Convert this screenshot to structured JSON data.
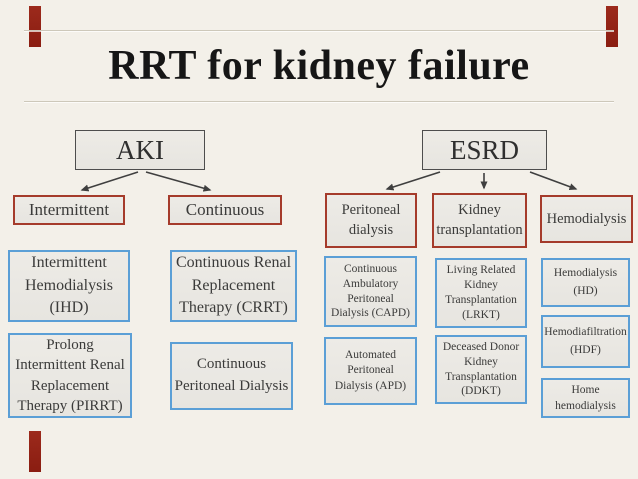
{
  "slide": {
    "title": "RRT for kidney failure"
  },
  "nodes": {
    "aki": "AKI",
    "esrd": "ESRD",
    "intermittent": "Intermittent",
    "continuous": "Continuous",
    "peritoneal_dialysis": "Peritoneal dialysis",
    "kidney_transplantation": "Kidney transplantation",
    "hemodialysis": "Hemodialysis",
    "ihd": "Intermittent Hemodialysis (IHD)",
    "pirrt": "Prolong Intermittent Renal Replacement Therapy (PIRRT)",
    "crrt": "Continuous Renal Replacement Therapy (CRRT)",
    "cpd": "Continuous Peritoneal Dialysis",
    "capd": "Continuous Ambulatory Peritoneal Dialysis (CAPD)",
    "apd": "Automated Peritoneal Dialysis (APD)",
    "lrkt": "Living Related Kidney Transplantation (LRKT)",
    "ddkt": "Deceased Donor Kidney Transplantation (DDKT)",
    "hd": "Hemodialysis (HD)",
    "hdf": "Hemodiafiltration (HDF)",
    "home_hd": "Home hemodialysis"
  },
  "edges": [
    {
      "from": "AKI",
      "to": "Intermittent"
    },
    {
      "from": "AKI",
      "to": "Continuous"
    },
    {
      "from": "ESRD",
      "to": "Peritoneal dialysis"
    },
    {
      "from": "ESRD",
      "to": "Kidney transplantation"
    },
    {
      "from": "ESRD",
      "to": "Hemodialysis"
    },
    {
      "from": "Intermittent",
      "to": "Intermittent Hemodialysis (IHD)"
    },
    {
      "from": "Intermittent",
      "to": "Prolong Intermittent Renal Replacement Therapy (PIRRT)"
    },
    {
      "from": "Continuous",
      "to": "Continuous Renal Replacement Therapy (CRRT)"
    },
    {
      "from": "Continuous",
      "to": "Continuous Peritoneal Dialysis"
    },
    {
      "from": "Peritoneal dialysis",
      "to": "Continuous Ambulatory Peritoneal Dialysis (CAPD)"
    },
    {
      "from": "Peritoneal dialysis",
      "to": "Automated Peritoneal Dialysis (APD)"
    },
    {
      "from": "Kidney transplantation",
      "to": "Living Related Kidney Transplantation (LRKT)"
    },
    {
      "from": "Kidney transplantation",
      "to": "Deceased Donor Kidney Transplantation (DDKT)"
    },
    {
      "from": "Hemodialysis",
      "to": "Hemodialysis (HD)"
    },
    {
      "from": "Hemodialysis",
      "to": "Hemodiafiltration (HDF)"
    },
    {
      "from": "Hemodialysis",
      "to": "Home hemodialysis"
    }
  ],
  "colors": {
    "background": "#f3f0e9",
    "box_fill": "#eae8e3",
    "red_border": "#a53b2b",
    "blue_border": "#5b9fd6",
    "root_border": "#4d4d4d",
    "accent_bar": "#8e2015",
    "arrow": "#3f3f3f",
    "title_text": "#161616"
  }
}
